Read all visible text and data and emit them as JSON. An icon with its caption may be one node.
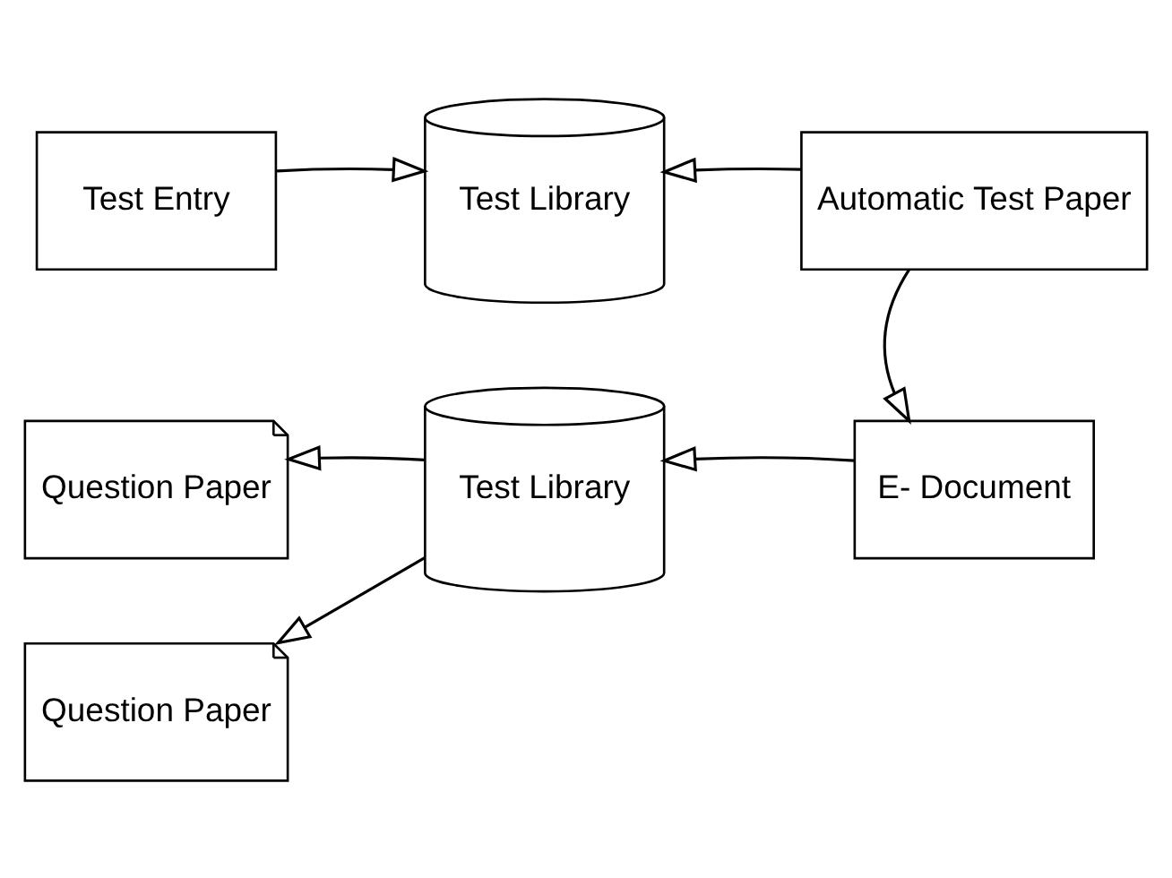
{
  "diagram": {
    "nodes": [
      {
        "text": [
          "Test Entry"
        ]
      },
      {
        "text": [
          "Test Library"
        ]
      },
      {
        "text": [
          "Automatic Test Paper"
        ]
      },
      {
        "text": [
          "Question Paper"
        ]
      },
      {
        "text": [
          "Test Library"
        ]
      },
      {
        "text": [
          "E- Document"
        ]
      },
      {
        "text": [
          "Question Paper"
        ]
      }
    ],
    "edges": [
      {
        "from": 0,
        "to": 1,
        "arrow": "to"
      },
      {
        "from": 2,
        "to": 1,
        "arrow": "to"
      },
      {
        "from": 2,
        "to": 5,
        "arrow": "to"
      },
      {
        "from": 5,
        "to": 4,
        "arrow": "to"
      },
      {
        "from": 4,
        "to": 3,
        "arrow": "to"
      },
      {
        "from": 4,
        "to": 6,
        "arrow": "to"
      }
    ]
  }
}
